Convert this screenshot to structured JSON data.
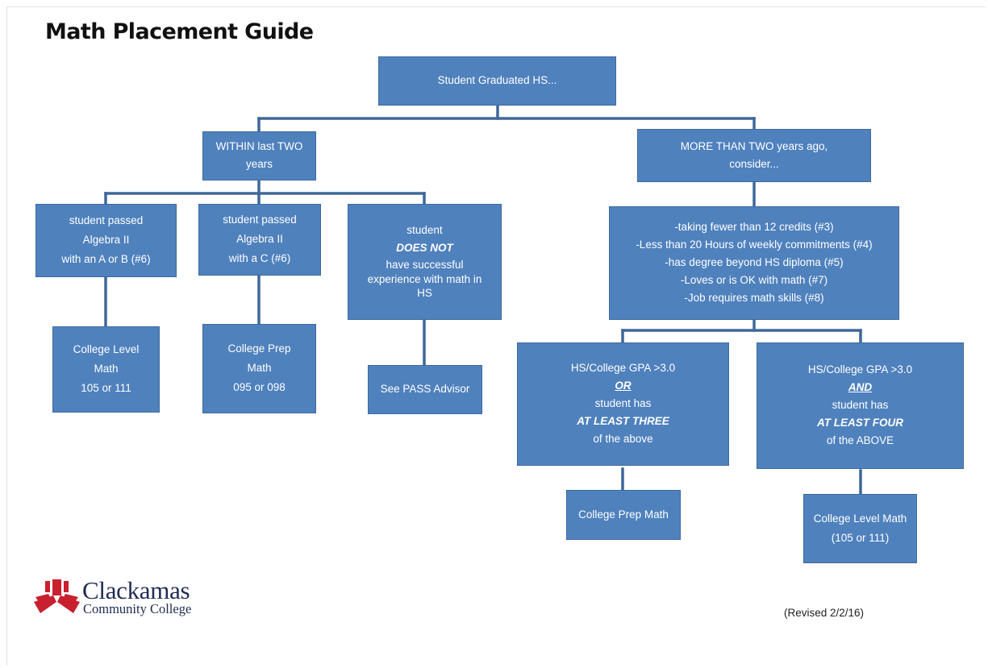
{
  "title": "Math Placement Guide",
  "colors": {
    "box_fill": "#4f81bd",
    "box_border": "#3d6a9f",
    "connector": "#3e6898",
    "logo_red": "#c8202f",
    "logo_navy": "#1f2b52"
  },
  "nodes": {
    "root": [
      "Student Graduated HS..."
    ],
    "within": [
      "WITHIN last TWO",
      "years"
    ],
    "more": [
      "MORE THAN TWO years ago,",
      "consider..."
    ],
    "passed_ab": [
      "student passed",
      "Algebra II",
      "with an A or B (#6)"
    ],
    "passed_c": [
      "student  passed",
      "Algebra II",
      "with a C (#6)"
    ],
    "does_not": [
      "student",
      "DOES NOT",
      "have successful",
      "experience with math in",
      "HS"
    ],
    "criteria": [
      "-taking fewer than 12 credits (#3)",
      "-Less than 20 Hours of weekly commitments (#4)",
      "-has degree beyond HS diploma (#5)",
      "-Loves or is OK with math (#7)",
      "-Job requires math skills (#8)"
    ],
    "college_level": [
      "College Level",
      "Math",
      "105 or 111"
    ],
    "college_prep": [
      "College Prep",
      "Math",
      "095 or 098"
    ],
    "pass_advisor": [
      "See PASS Advisor"
    ],
    "gpa_or": [
      "HS/College GPA >3.0",
      "OR",
      "student has",
      "AT LEAST THREE",
      "of the above"
    ],
    "gpa_and": [
      "HS/College GPA >3.0",
      "AND",
      "student has",
      "AT LEAST FOUR",
      "of the ABOVE"
    ],
    "result_prep": [
      "College Prep Math"
    ],
    "result_level": [
      "College Level Math",
      "(105 or 111)"
    ]
  },
  "logo": {
    "name": "Clackamas",
    "subtitle": "Community College",
    "icon": "ccc-logo-icon"
  },
  "revised": "(Revised 2/2/16)"
}
